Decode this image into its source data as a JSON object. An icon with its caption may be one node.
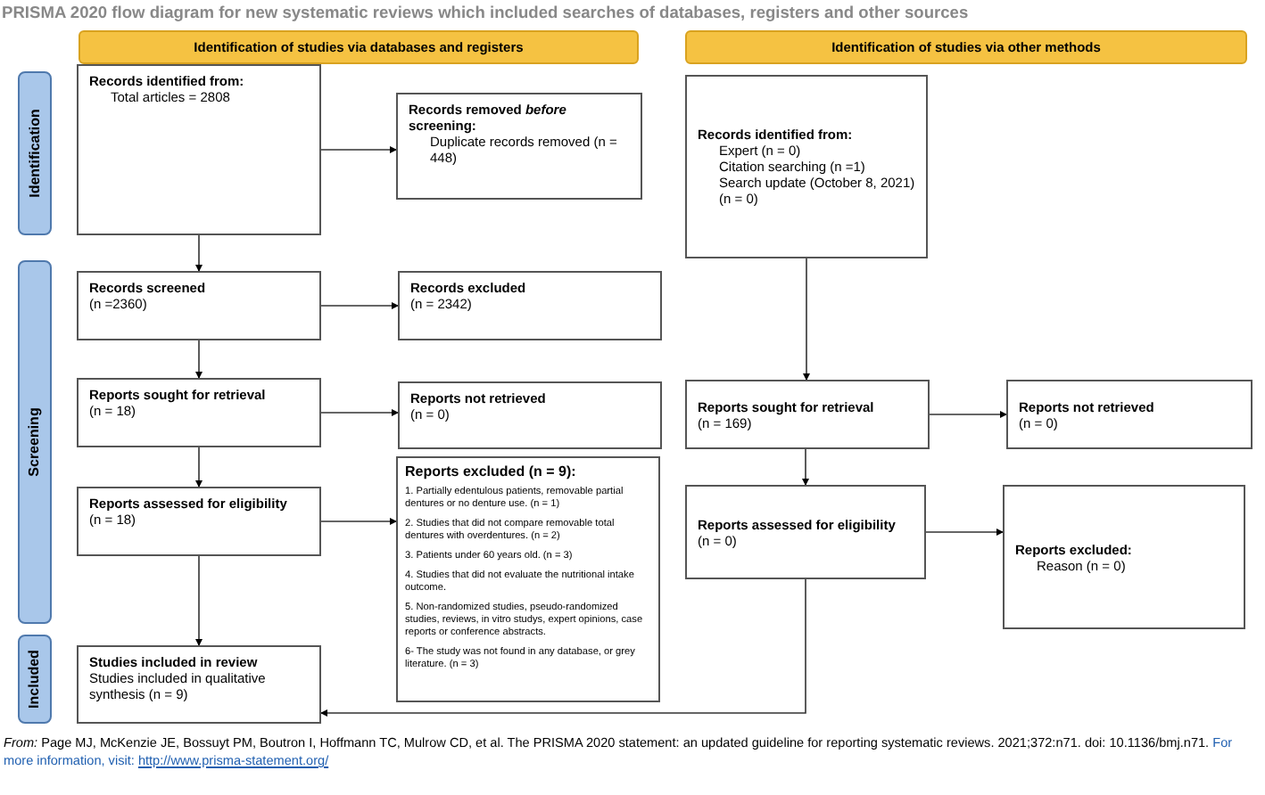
{
  "diagram": {
    "title": "PRISMA 2020 flow diagram for new systematic reviews which included searches of databases, registers and other sources",
    "nodes": [
      {
        "text": [
          "Identification of studies via databases and registers"
        ]
      },
      {
        "text": [
          "Identification of studies via other methods"
        ]
      },
      {
        "text": [
          "Identification"
        ]
      },
      {
        "text": [
          "Screening"
        ]
      },
      {
        "text": [
          "Included"
        ]
      },
      {
        "text": [
          "Records identified from:",
          "Total articles = 2808"
        ]
      },
      {
        "text": [
          "Records removed *before* screening:",
          "Duplicate records removed (n = 448)"
        ]
      },
      {
        "text": [
          "Records identified from:",
          "Expert (n = 0)",
          "Citation searching (n =1)",
          "Search update (October 8, 2021) (n = 0)"
        ]
      },
      {
        "text": [
          "Records screened",
          "(n =2360)"
        ]
      },
      {
        "text": [
          "Records excluded",
          "(n = 2342)"
        ]
      },
      {
        "text": [
          "Reports sought for retrieval",
          "(n = 18)"
        ]
      },
      {
        "text": [
          "Reports not retrieved",
          "(n = 0)"
        ]
      },
      {
        "text": [
          "Reports sought for retrieval",
          "(n = 169)"
        ]
      },
      {
        "text": [
          "Reports not retrieved",
          "(n = 0)"
        ]
      },
      {
        "text": [
          "Reports assessed for eligibility",
          "(n = 18)"
        ]
      },
      {
        "text": [
          "Reports excluded (n = 9):",
          "1. Partially edentulous patients, removable partial dentures or no denture use. (n = 1)",
          "2. Studies that did not compare removable total dentures with overdentures. (n = 2)",
          "3. Patients under 60 years old. (n = 3)",
          "4. Studies that did not evaluate the nutritional intake outcome.",
          "5. Non-randomized studies, pseudo-randomized studies, reviews, in vitro studys, expert opinions, case reports or conference abstracts.",
          "6- The study was not found in any database, or grey literature. (n = 3)"
        ]
      },
      {
        "text": [
          "Reports assessed for eligibility",
          "(n = 0)"
        ]
      },
      {
        "text": [
          "Reports excluded:",
          "Reason (n = 0)"
        ]
      },
      {
        "text": [
          "Studies included in review",
          "Studies included in qualitative synthesis (n = 9)"
        ]
      }
    ],
    "edges": [
      {
        "from": 5,
        "to": 6,
        "arrow": "to"
      },
      {
        "from": 5,
        "to": 8,
        "arrow": "to"
      },
      {
        "from": 8,
        "to": 9,
        "arrow": "to"
      },
      {
        "from": 8,
        "to": 10,
        "arrow": "to"
      },
      {
        "from": 10,
        "to": 11,
        "arrow": "to"
      },
      {
        "from": 10,
        "to": 14,
        "arrow": "to"
      },
      {
        "from": 14,
        "to": 15,
        "arrow": "to"
      },
      {
        "from": 14,
        "to": 18,
        "arrow": "to"
      },
      {
        "from": 7,
        "to": 12,
        "arrow": "to"
      },
      {
        "from": 12,
        "to": 13,
        "arrow": "to"
      },
      {
        "from": 12,
        "to": 16,
        "arrow": "to"
      },
      {
        "from": 16,
        "to": 17,
        "arrow": "to"
      },
      {
        "from": 16,
        "to": 18,
        "arrow": "to"
      }
    ],
    "labels": [
      "*From:* Page MJ, McKenzie JE, Bossuyt PM, Boutron I, Hoffmann TC, Mulrow CD, et al. The PRISMA 2020 statement: an updated guideline for reporting systematic reviews. 2021;372:n71. doi: 10.1136/bmj.n71.",
      "For more information, visit:",
      "http://www.prisma-statement.org/"
    ]
  }
}
